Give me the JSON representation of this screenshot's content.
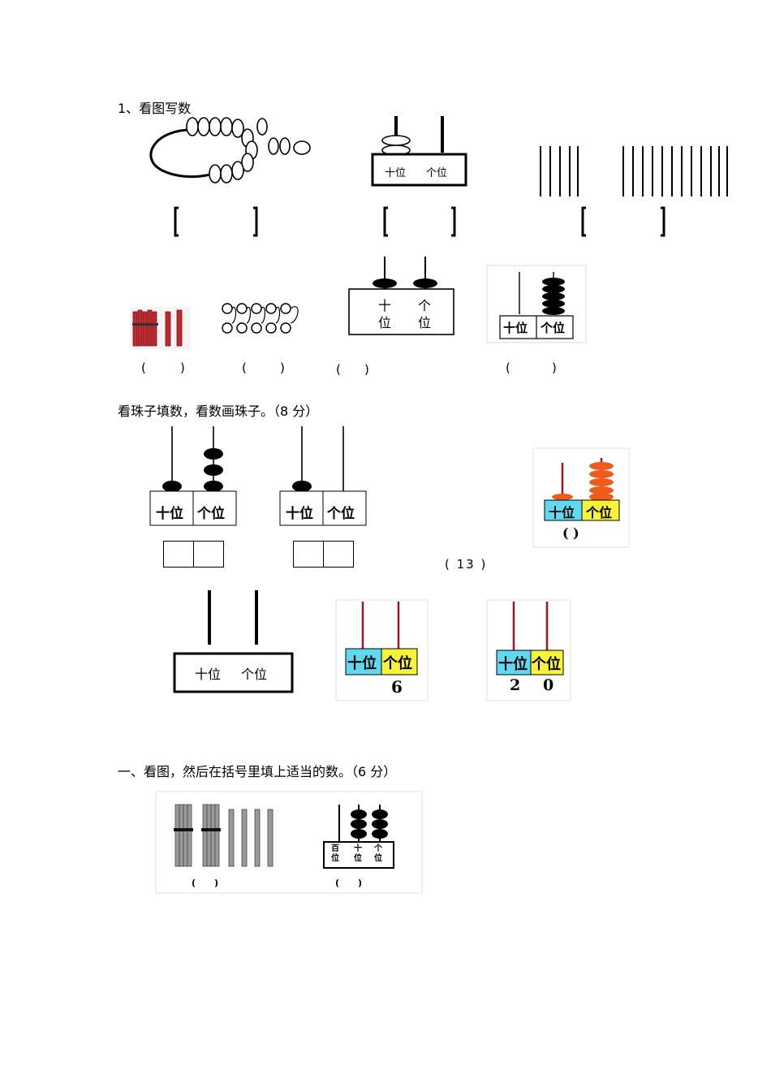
{
  "section1": {
    "heading": "1、看图写数",
    "abacus_labels": {
      "tens": "十位",
      "ones": "个位"
    },
    "row1_brackets": [
      "",
      "",
      ""
    ],
    "row2": {
      "paren_open": "(",
      "paren_close": ")",
      "abacus_tens": "十",
      "abacus_tens2": "位",
      "abacus_ones": "个",
      "abacus_ones2": "位",
      "board_tens": "十位",
      "board_ones": "个位"
    }
  },
  "section2": {
    "heading": "看珠子填数，看数画珠子。（8 分）",
    "label_tens": "十位",
    "label_ones": "个位",
    "answer_given": "( 13 )",
    "paren": "( )",
    "num_6": "6",
    "num_20_tens": "2",
    "num_20_ones": "0"
  },
  "section3": {
    "heading": "一、看图，然后在括号里填上适当的数。（6 分）",
    "hundreds": "百位",
    "tens": "十位",
    "ones": "个位",
    "paren": "(      )"
  },
  "colors": {
    "cyan": "#5fd8f0",
    "yellow": "#f7f23a",
    "orange": "#f05a1a",
    "red": "#c0282c",
    "rod": "#a0141c"
  }
}
